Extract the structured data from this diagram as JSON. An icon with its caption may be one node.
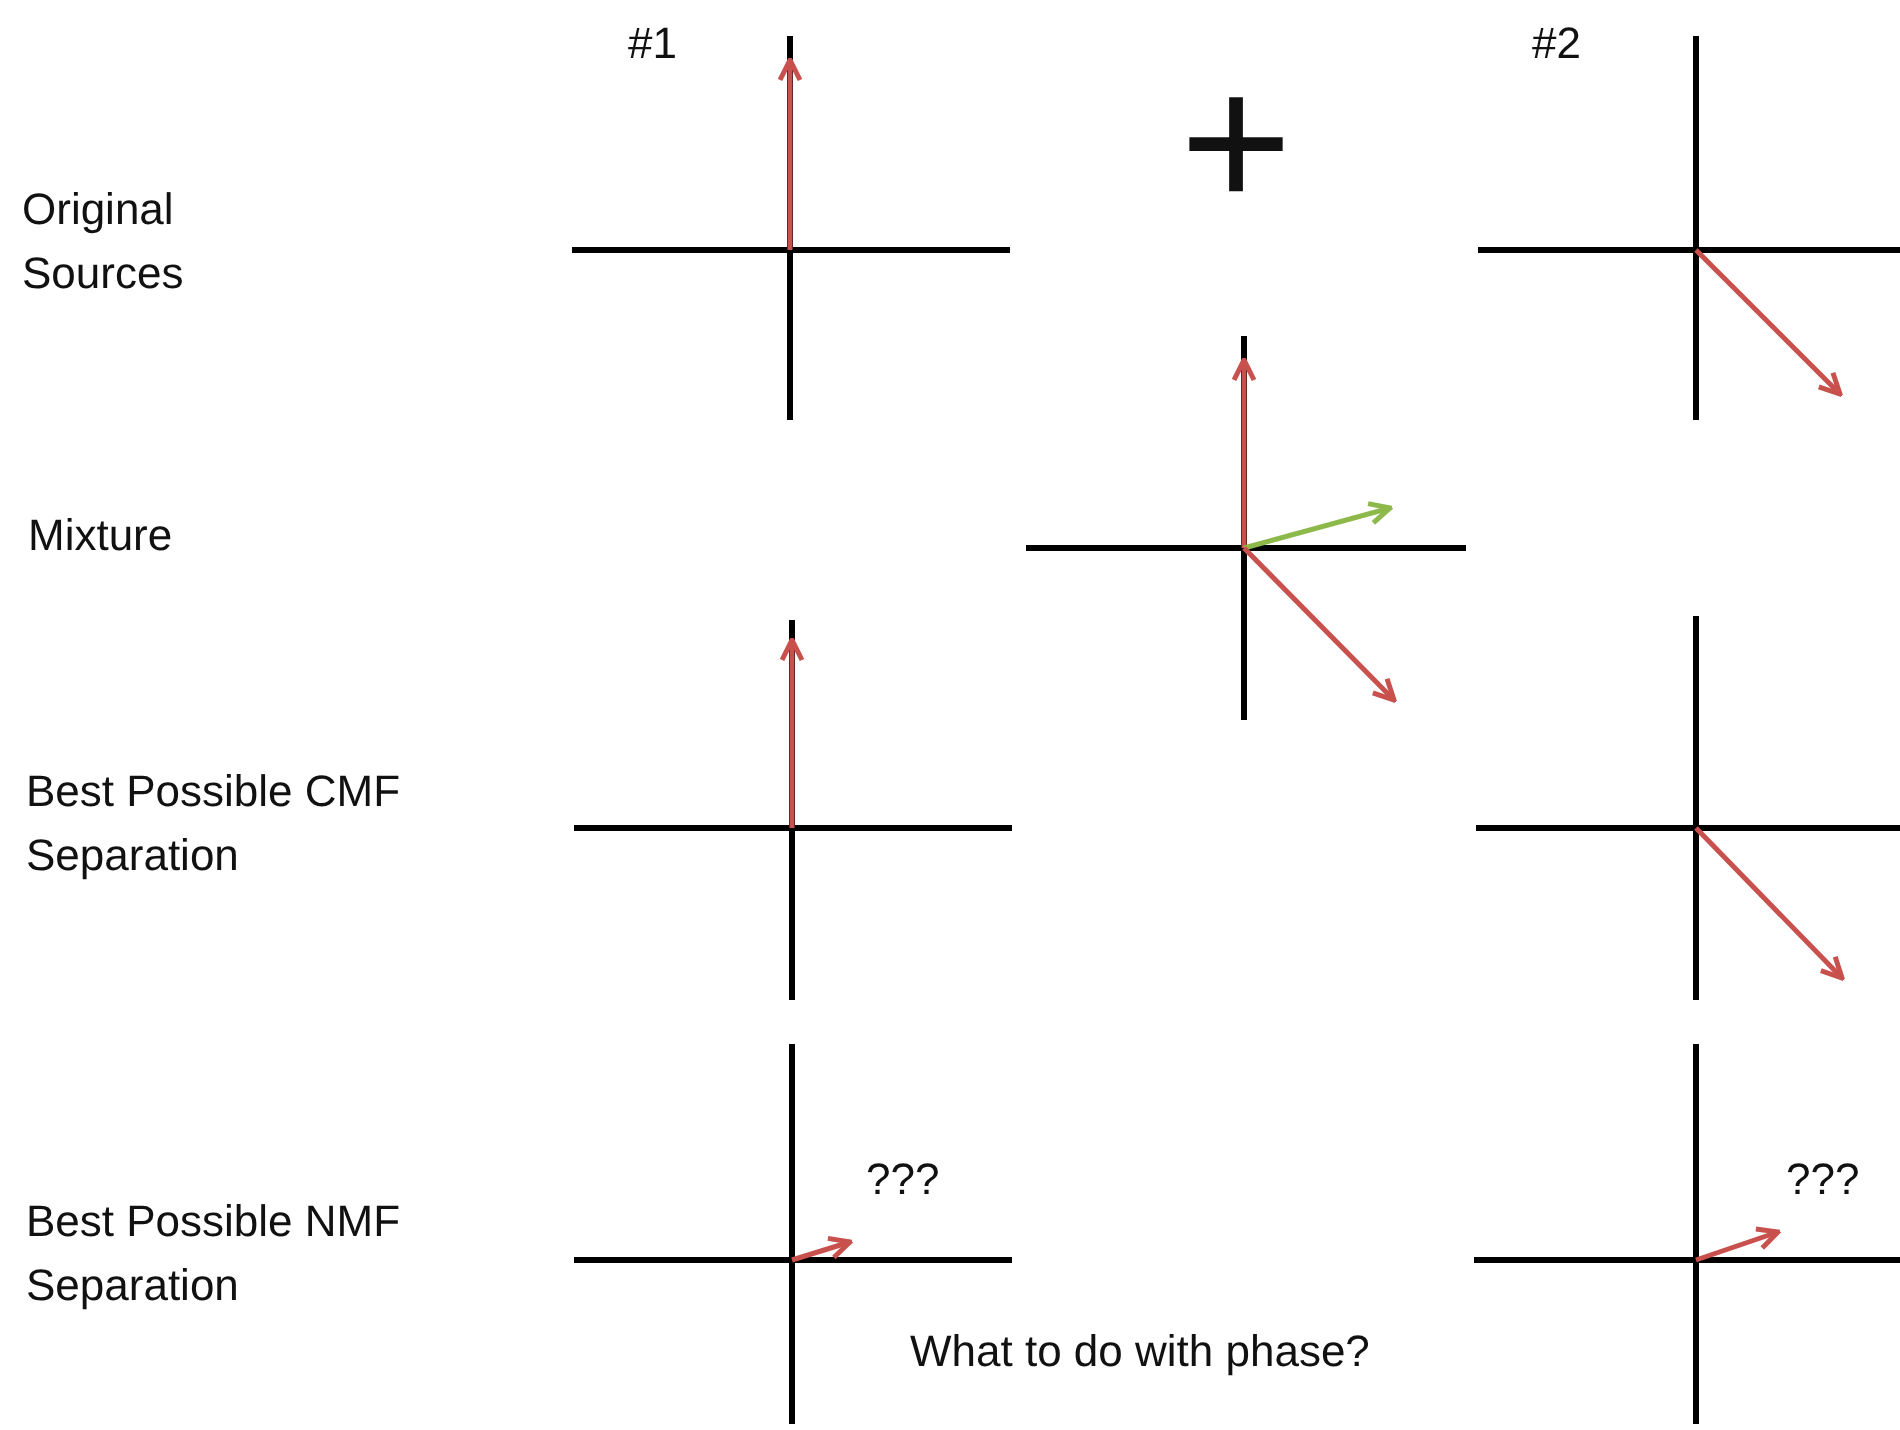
{
  "diagram": {
    "labels": [
      "#1",
      "+",
      "#2",
      "Original Sources",
      "Mixture",
      "Best Possible CMF Separation",
      "???",
      "???",
      "Best Possible NMF Separation",
      "What to do with phase?"
    ]
  }
}
